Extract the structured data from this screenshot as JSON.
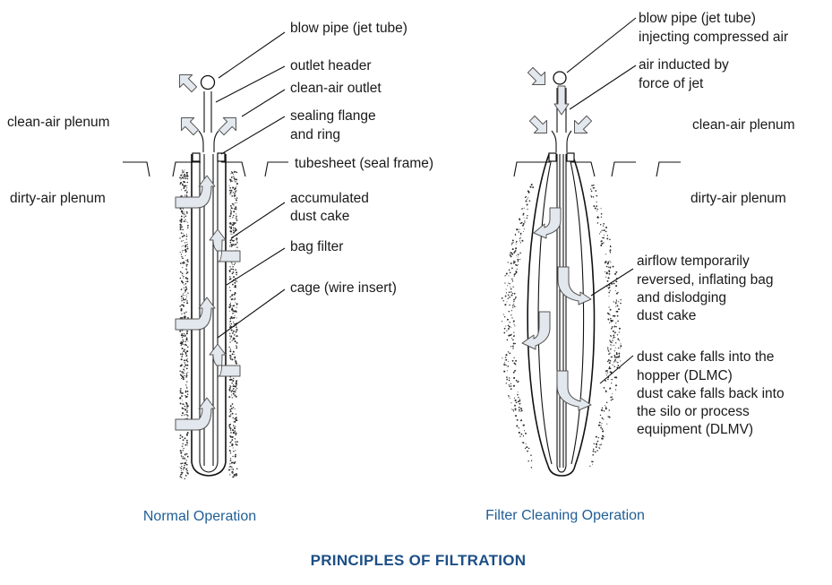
{
  "colors": {
    "caption": "#1f5e96",
    "title": "#1c4f86",
    "arrow_fill": "#e2e8ed",
    "dust": "#2a2a2a"
  },
  "left": {
    "blow_pipe": "blow pipe (jet tube)",
    "outlet_header": "outlet header",
    "clean_air_outlet": "clean-air outlet",
    "sealing_flange_1": "sealing flange",
    "sealing_flange_2": "and ring",
    "tubesheet": "tubesheet (seal frame)",
    "accumulated_1": "accumulated",
    "accumulated_2": "dust cake",
    "bag_filter": "bag filter",
    "cage": "cage (wire insert)",
    "clean_air_plenum": "clean-air plenum",
    "dirty_air_plenum": "dirty-air plenum",
    "caption": "Normal Operation"
  },
  "right": {
    "blow_pipe_1": "blow pipe (jet tube)",
    "blow_pipe_2": "injecting compressed air",
    "air_inducted_1": "air inducted by",
    "air_inducted_2": "force of jet",
    "clean_air_plenum": "clean-air plenum",
    "dirty_air_plenum": "dirty-air plenum",
    "airflow_1": "airflow temporarily",
    "airflow_2": "reversed, inflating bag",
    "airflow_3": "and dislodging",
    "airflow_4": "dust cake",
    "falls_1": "dust cake falls into the",
    "falls_2": "hopper (DLMC)",
    "falls_3": "dust cake falls back into",
    "falls_4": "the silo or process",
    "falls_5": "equipment (DLMV)",
    "caption": "Filter Cleaning Operation"
  },
  "title": "PRINCIPLES OF FILTRATION"
}
